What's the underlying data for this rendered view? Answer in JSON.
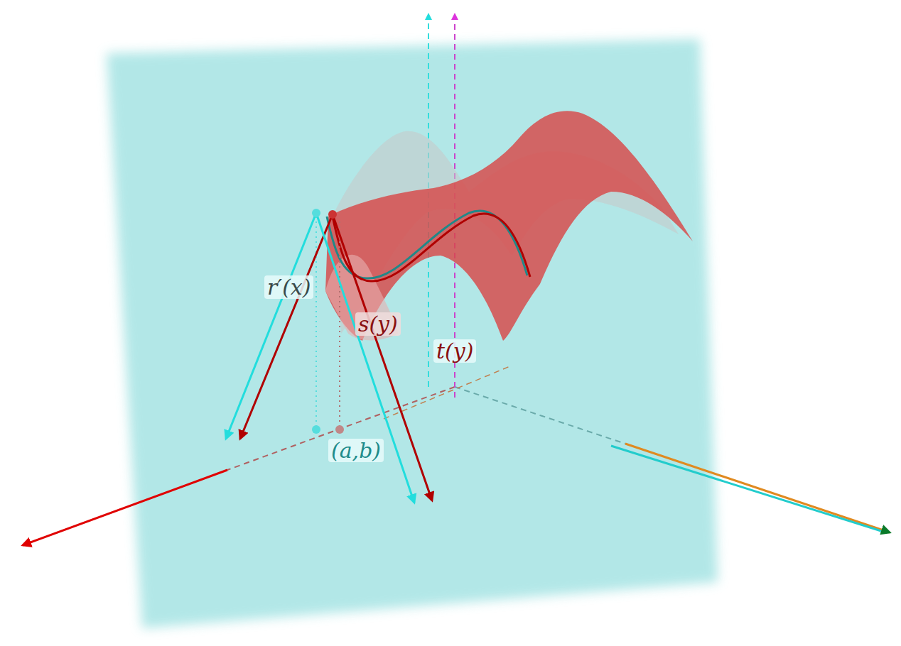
{
  "diagram": {
    "labels": [
      "r′(x)",
      "s(y)",
      "t(y)",
      "(a,b)"
    ]
  }
}
